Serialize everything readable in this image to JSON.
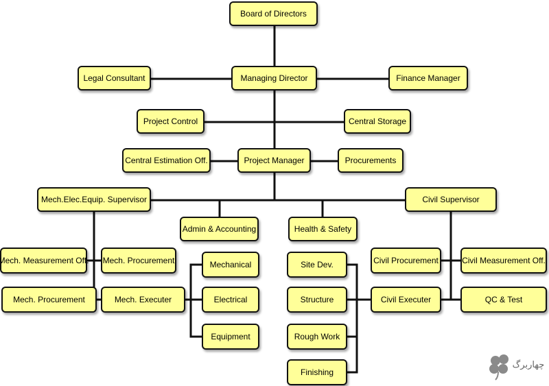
{
  "org_chart": {
    "board": "Board of Directors",
    "managing_director": "Managing Director",
    "legal_consultant": "Legal Consultant",
    "finance_manager": "Finance Manager",
    "project_control": "Project Control",
    "central_storage": "Central Storage",
    "central_estimation": "Central Estimation Off.",
    "project_manager": "Project Manager",
    "procurements": "Procurements",
    "mech_supervisor": "Mech.Elec.Equip. Supervisor",
    "civil_supervisor": "Civil Supervisor",
    "admin_accounting": "Admin & Accounting",
    "health_safety": "Health & Safety",
    "mech_measurement": "Mech. Measurement Off.",
    "mech_procurement_inner": "Mech. Procurement",
    "mech_procurement_outer": "Mech. Procurement",
    "mech_executer": "Mech. Executer",
    "mechanical": "Mechanical",
    "electrical": "Electrical",
    "equipment": "Equipment",
    "site_dev": "Site Dev.",
    "structure": "Structure",
    "rough_work": "Rough Work",
    "finishing": "Finishing",
    "civil_procurement": "Civil Procurement",
    "civil_measurement": "Civil Measurement Off.",
    "civil_executer": "Civil Executer",
    "qc_test": "QC & Test"
  },
  "watermark": {
    "text": "چهاربرگ",
    "icon": "four-leaf-clover-icon"
  },
  "colors": {
    "box_fill": "#ffff99",
    "box_border": "#111111",
    "line": "#111111"
  }
}
